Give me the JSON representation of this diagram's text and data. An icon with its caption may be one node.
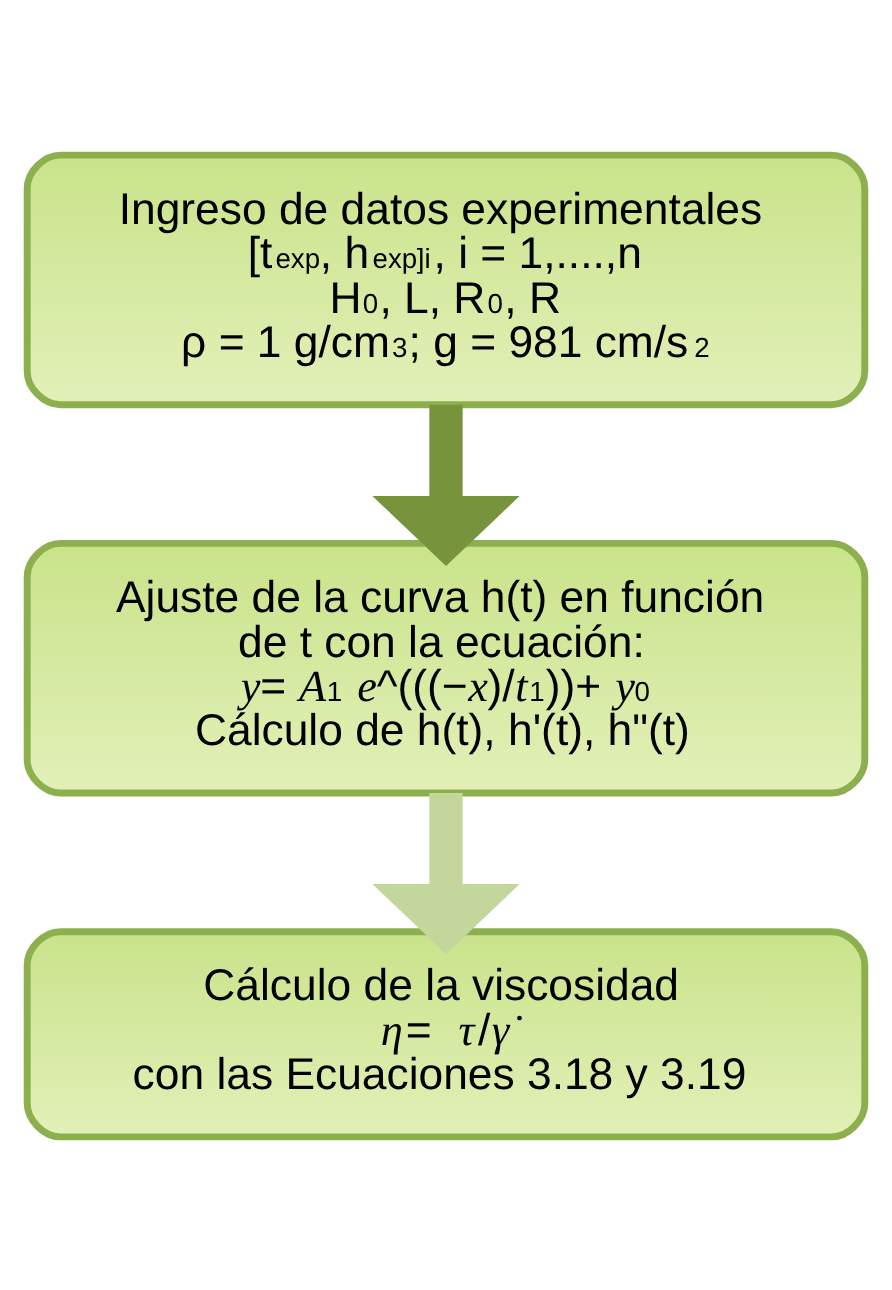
{
  "diagram": {
    "nodes": [
      {
        "text": [
          "Ingreso de datos experimentales",
          "[t$_{exp}$, h$_{exp}$]$_{i}$, i = 1,....,n",
          "H$_{0}$, L, R$_{0}$, R",
          "ρ = 1 g/cm$^{3}$; g = 981 cm/s$^{2}$"
        ]
      },
      {
        "text": [
          "Ajuste de la curva h(t) en función de t con la ecuación:",
          "*y*= *A*$_{1}$ *e*^(((−*x*)/*t*$_{1}$))+ *y*$_{0}$",
          "Cálculo de h(t), h'(t), h\"(t)"
        ]
      },
      {
        "text": [
          "Cálculo de la viscosidad",
          "*η*=  *τ*/*γ̇*",
          "con las Ecuaciones 3.18 y 3.19"
        ]
      }
    ],
    "edges": [
      {
        "from": 0,
        "to": 1,
        "arrow": "to",
        "color": "#77933c"
      },
      {
        "from": 1,
        "to": 2,
        "arrow": "to",
        "color": "#c3d69b"
      }
    ]
  }
}
